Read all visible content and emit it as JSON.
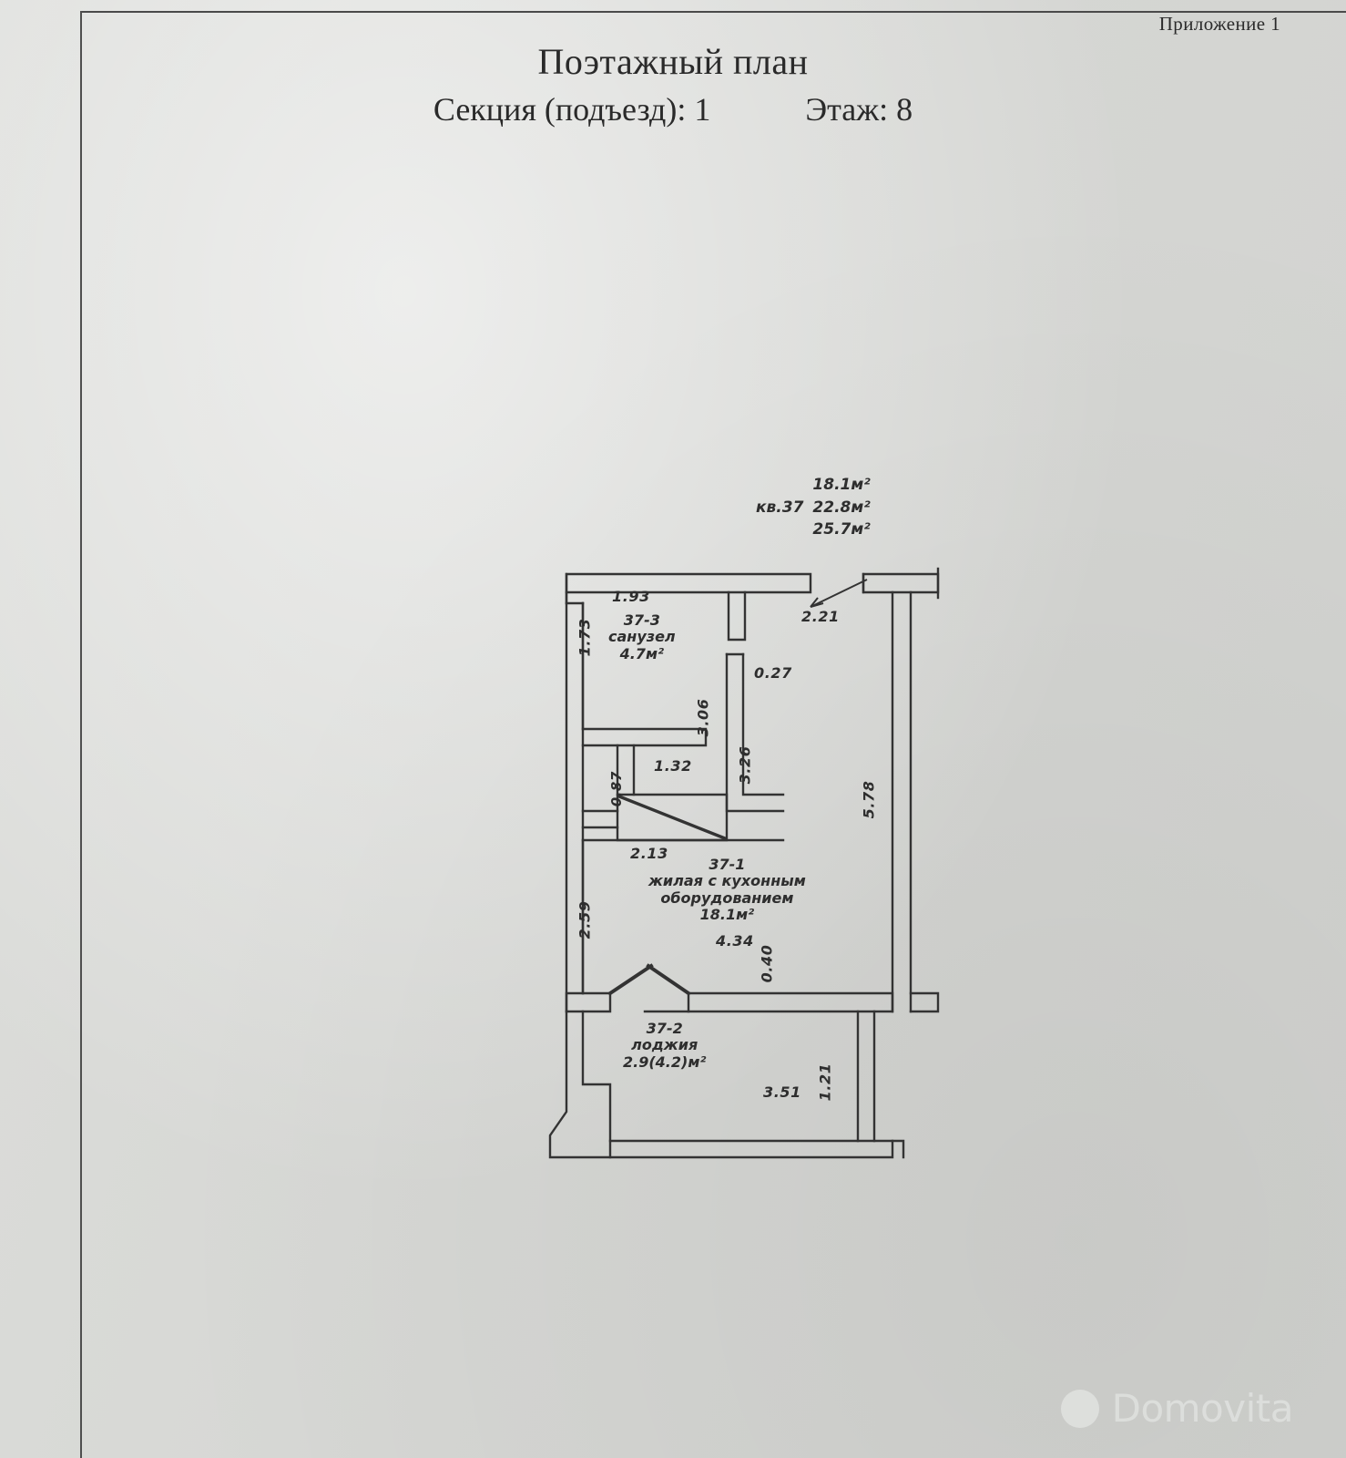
{
  "page": {
    "appendix_label": "Приложение 1",
    "background_color": "#d8d9d6",
    "ink_color": "#2e2e2e"
  },
  "header": {
    "title": "Поэтажный план",
    "section_label": "Секция (подъезд): 1",
    "floor_label": "Этаж: 8"
  },
  "summary": {
    "flat_number": "кв.37",
    "area_living": "18.1м²",
    "area_total": "22.8м²",
    "area_with_loggia": "25.7м²"
  },
  "rooms": [
    {
      "code": "37-3",
      "name": "санузел",
      "area": "4.7м²"
    },
    {
      "code": "37-1",
      "name_line1": "жилая с кухонным",
      "name_line2": "оборудованием",
      "area": "18.1м²"
    },
    {
      "code": "37-2",
      "name": "лоджия",
      "area": "2.9(4.2)м²"
    }
  ],
  "dimensions": {
    "bath_top": "1.93",
    "bath_left": "1.73",
    "corridor_vert_306": "3.06",
    "notch_027": "0.27",
    "corridor_vert_326": "3.26",
    "corridor_132": "1.32",
    "door_087": "0.87",
    "bath_bottom": "2.13",
    "left_wall_259": "2.59",
    "right_top_221": "2.21",
    "right_wall_578": "5.78",
    "living_bottom_434": "4.34",
    "living_bottom_040": "0.40",
    "loggia_bottom_351": "3.51",
    "loggia_right_121": "1.21"
  },
  "watermark": {
    "text": "Domovita",
    "icon": "circle-icon"
  }
}
